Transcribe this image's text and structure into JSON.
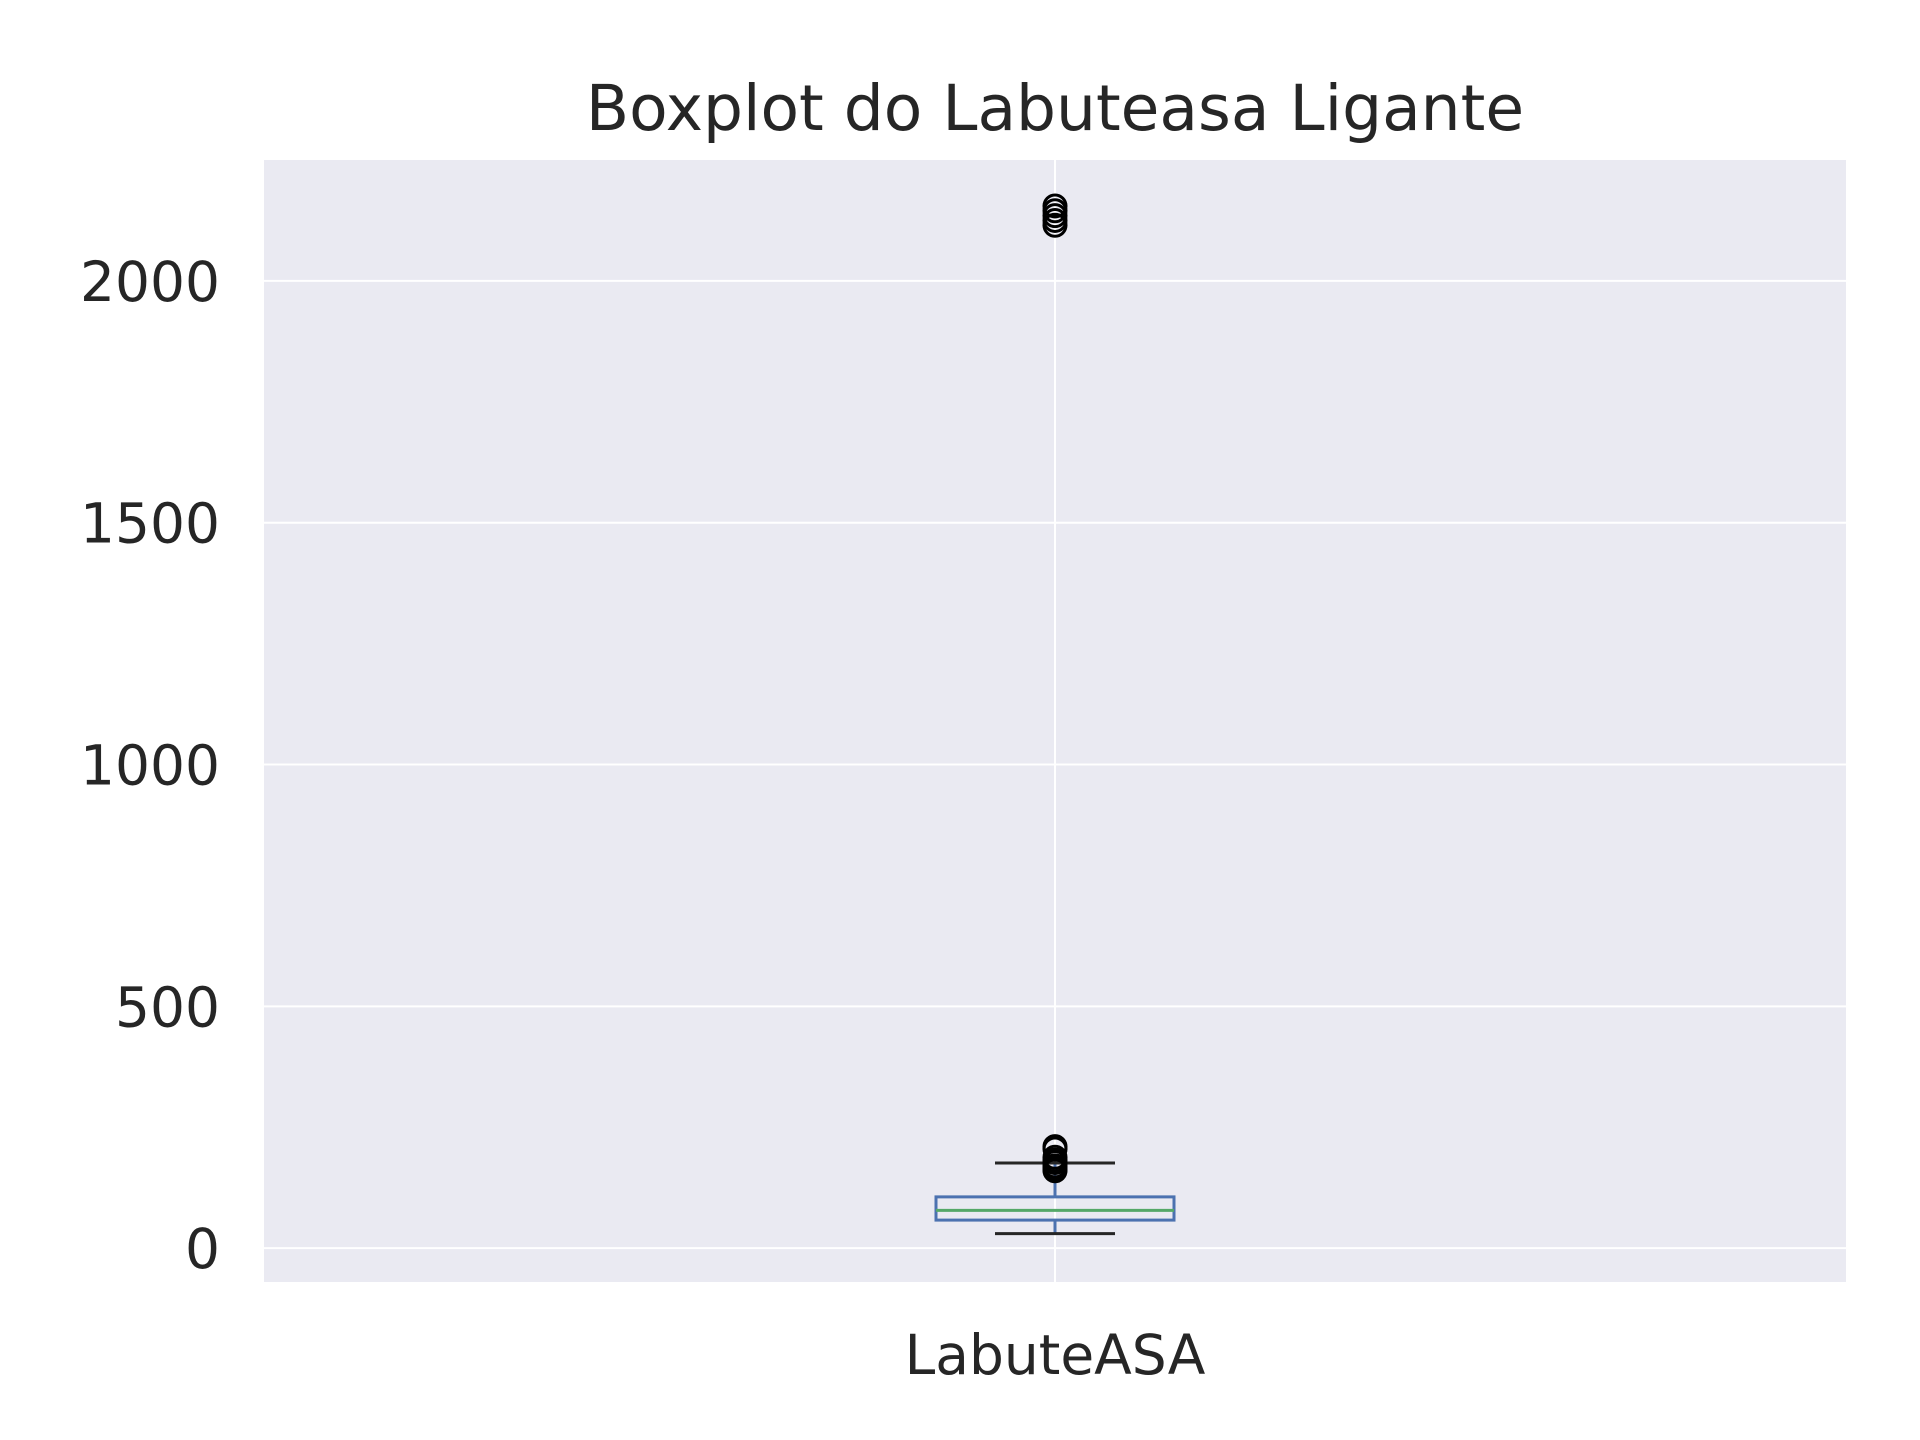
{
  "chart_data": {
    "type": "boxplot",
    "title": "Boxplot do Labuteasa Ligante",
    "xlabel": "",
    "ylabel": "",
    "categories": [
      "LabuteASA"
    ],
    "y_ticks": [
      0,
      500,
      1000,
      1500,
      2000
    ],
    "y_tick_labels": [
      "0",
      "500",
      "1000",
      "1500",
      "2000"
    ],
    "ylim": [
      -70,
      2250
    ],
    "grid": true,
    "legend": "none",
    "boxes": [
      {
        "category": "LabuteASA",
        "whisker_low": 30,
        "q1": 58,
        "median": 78,
        "q3": 106,
        "whisker_high": 176,
        "outliers": [
          160,
          163,
          167,
          170,
          177,
          182,
          188,
          205,
          210,
          2115,
          2125,
          2135,
          2145,
          2155
        ]
      }
    ],
    "colors": {
      "plot_background": "#eaeaf2",
      "grid": "#ffffff",
      "box": "#4c72b0",
      "median": "#55a868",
      "whisker": "#262626",
      "outlier_edge": "#000000",
      "text": "#262626"
    }
  }
}
